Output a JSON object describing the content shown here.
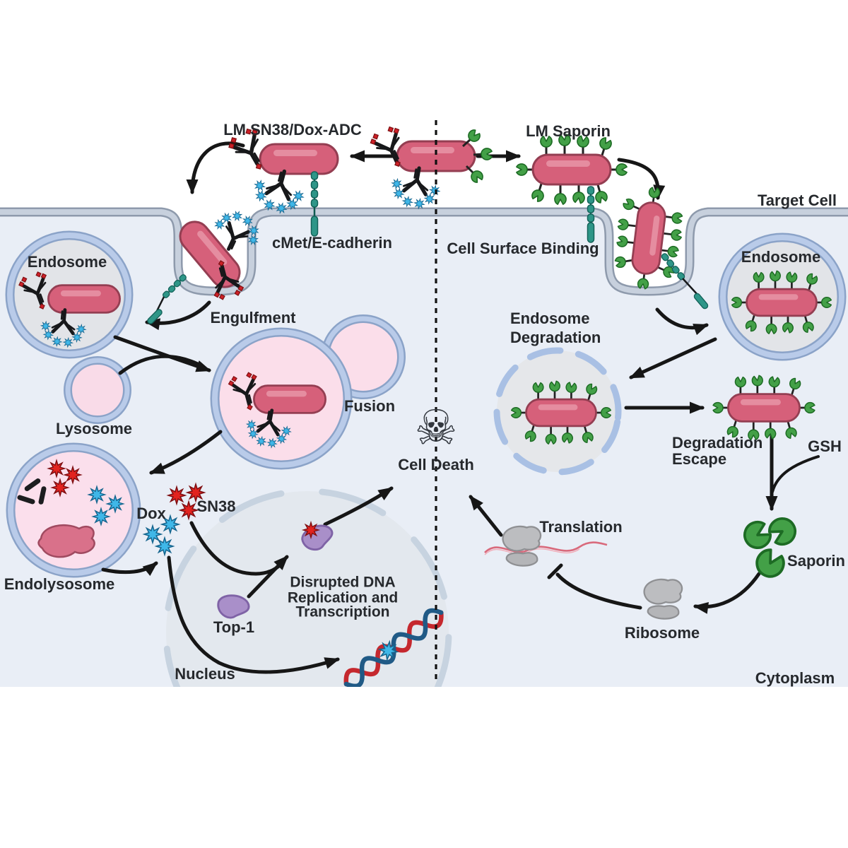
{
  "figure": {
    "description": "Mechanism diagram of LM-ADC drug delivery into a target cell",
    "left_pathway": "LM SN38/Dox-ADC",
    "right_pathway": "LM Saporin"
  },
  "labels": {
    "lm_adc": "LM SN38/Dox-ADC",
    "lm_saporin": "LM Saporin",
    "target_cell": "Target Cell",
    "cmet": "cMet/E-cadherin",
    "cell_surface_binding": "Cell Surface Binding",
    "endosome_left": "Endosome",
    "endosome_right": "Endosome",
    "engulfment": "Engulfment",
    "lysosome": "Lysosome",
    "fusion": "Fusion",
    "endo_deg_1": "Endosome",
    "endo_deg_2": "Degradation",
    "cell_death": "Cell Death",
    "deg_escape_1": "Degradation",
    "deg_escape_2": "Escape",
    "gsh": "GSH",
    "dox": "Dox",
    "sn38": "SN38",
    "endolysosome": "Endolysosome",
    "top1": "Top-1",
    "disrupted_1": "Disrupted DNA",
    "disrupted_2": "Replication and",
    "disrupted_3": "Transcription",
    "nucleus": "Nucleus",
    "translation": "Translation",
    "saporin": "Saporin",
    "ribosome": "Ribosome",
    "cytoplasm": "Cytoplasm"
  },
  "icons": {
    "cell_death_icon": "skull-and-crossbones",
    "cell_death_glyph": "☠"
  },
  "colors": {
    "extracellular": "#ffffff",
    "cell_interior": "#e9eef6",
    "membrane_edge": "#8e9aac",
    "membrane_fill": "#c7d0dd",
    "vesicle_ring_dark": "#8ba3c8",
    "vesicle_ring_light": "#b9cbe9",
    "vesicle_gray": "#e2e4e8",
    "vesicle_pink": "#fbdfec",
    "nucleus_fill": "#e3e8ee",
    "nucleus_arc": "#c7d3e0",
    "bacterium_fill": "#d6607a",
    "bacterium_stroke": "#943e52",
    "saporin_green": "#43a047",
    "receptor_teal": "#2e9688",
    "drug_red": "#e2231f",
    "drug_blue": "#3fb7e8",
    "top1_purple": "#a98fc9",
    "ribosome_gray": "#bcbdc0",
    "dna_red": "#c5282e",
    "dna_blue": "#205a86",
    "mrna_pink": "#d96a7c",
    "arrow_black": "#161616",
    "text": "#26292d"
  }
}
